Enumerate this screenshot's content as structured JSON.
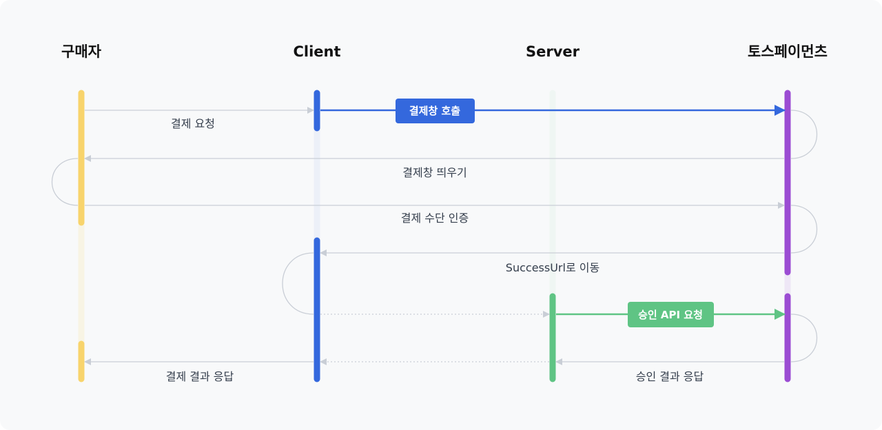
{
  "actors": {
    "buyer": "구매자",
    "client": "Client",
    "server": "Server",
    "toss": "토스페이먼츠"
  },
  "colors": {
    "buyer": "#f8d46c",
    "client": "#3468dd",
    "server": "#5fc484",
    "toss": "#9b4cd3",
    "line": "#c9ced6"
  },
  "messages": {
    "pay_request": "결제 요청",
    "open_pay_window": "결제창 호출",
    "show_pay_window": "결제창 띄우기",
    "auth_payment_method": "결제 수단 인증",
    "redirect_success": "SuccessUrl로 이동",
    "approve_request": "승인 API 요청",
    "approve_result": "승인 결과 응답",
    "pay_result": "결제 결과 응답"
  }
}
